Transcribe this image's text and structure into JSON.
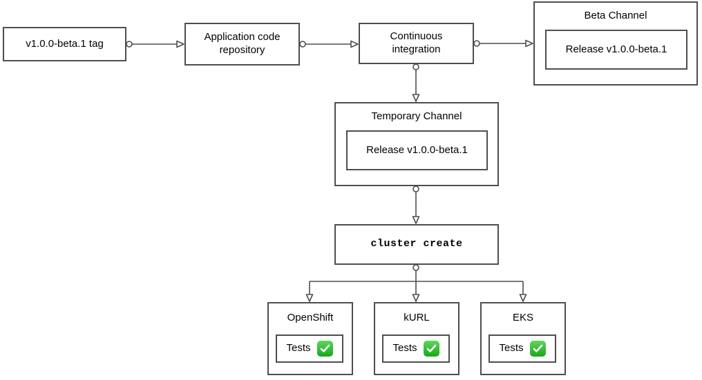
{
  "diagram": {
    "title": "Beta release pipeline flowchart",
    "nodes": {
      "tag": {
        "label": "v1.0.0-beta.1 tag"
      },
      "repo": {
        "label": "Application code repository"
      },
      "ci": {
        "label": "Continuous integration"
      },
      "beta_channel": {
        "title": "Beta Channel",
        "release": "Release v1.0.0-beta.1"
      },
      "temp_channel": {
        "title": "Temporary Channel",
        "release": "Release v1.0.0-beta.1"
      },
      "cluster_create": {
        "label": "cluster create"
      },
      "platforms": [
        {
          "name": "OpenShift",
          "tests_label": "Tests",
          "status_icon": "check-mark-icon"
        },
        {
          "name": "kURL",
          "tests_label": "Tests",
          "status_icon": "check-mark-icon"
        },
        {
          "name": "EKS",
          "tests_label": "Tests",
          "status_icon": "check-mark-icon"
        }
      ]
    },
    "colors": {
      "border": "#4d4d4d",
      "background": "#ffffff",
      "text": "#000000",
      "check_green_top": "#5fd65f",
      "check_green_bottom": "#17a817",
      "check_mark": "#ffffff"
    }
  }
}
